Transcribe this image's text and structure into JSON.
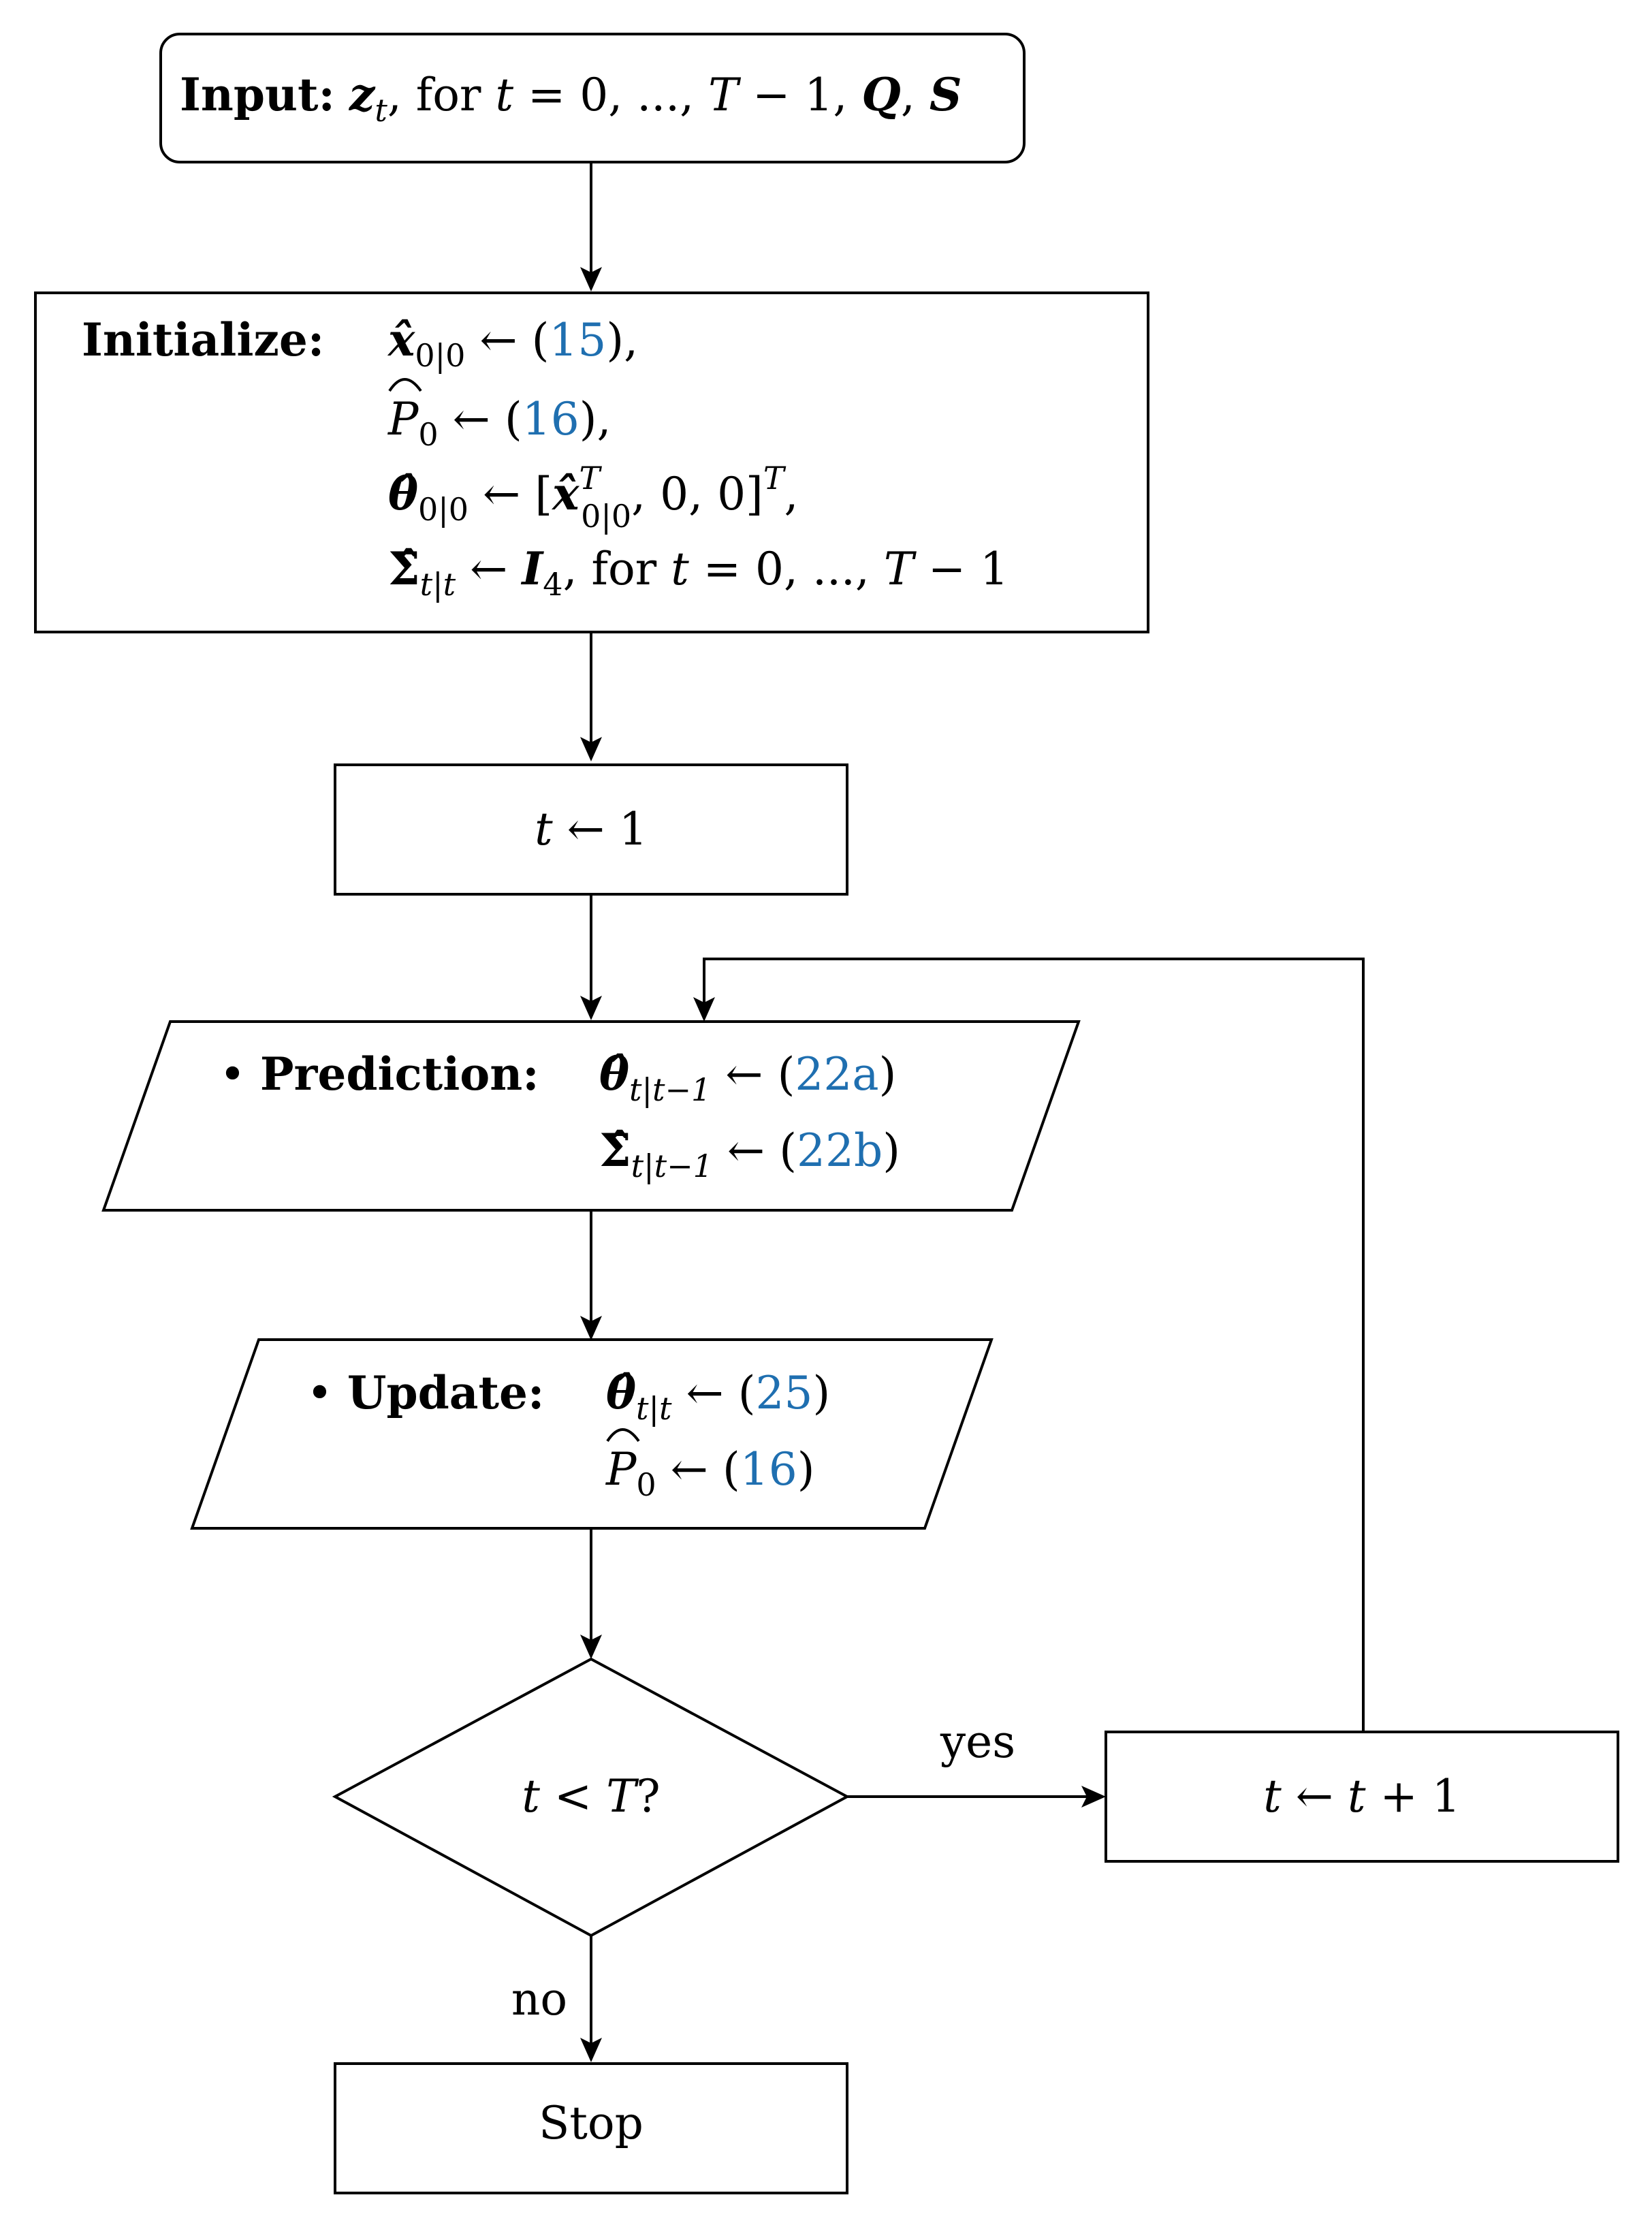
{
  "colors": {
    "stroke": "#000000",
    "background": "#ffffff",
    "reference": "#1f6fb0"
  },
  "input": {
    "head": "Input:",
    "z": "z",
    "z_sub": "t",
    "for_text": ", for ",
    "t": "t",
    "range": " = 0, ..., ",
    "T": "T",
    "minus_one": " − 1, ",
    "Q": "Q",
    "comma": ", ",
    "S": "S"
  },
  "initialize": {
    "head": "Initialize:",
    "line1": {
      "sym": "x̂",
      "sub": "0|0",
      "arrow": " ← ",
      "open": "(",
      "ref": "15",
      "close": "),"
    },
    "line2": {
      "sym": "P",
      "sub": "0",
      "arrow": " ← ",
      "open": "(",
      "ref": "16",
      "close": "),"
    },
    "line3": {
      "sym": "θ̂",
      "sub": "0|0",
      "arrow": " ← ",
      "bracket": "[",
      "inner_sym": "x̂",
      "inner_sup": "T",
      "inner_sub": "0|0",
      "rest": ", 0, 0]",
      "sup": "T",
      "comma": ","
    },
    "line4": {
      "sym": "Σ̂",
      "sub": "t|t",
      "arrow": " ← ",
      "I": "I",
      "I_sub": "4",
      "for_text": ",  for ",
      "t": "t",
      "range": " = 0, ..., ",
      "T": "T",
      "tail": " − 1"
    }
  },
  "set_t": {
    "t": "t",
    "arrow": " ← 1"
  },
  "prediction": {
    "bullet": "•",
    "head": "Prediction:",
    "line1": {
      "sym": "θ̂",
      "sub": "t|t−1",
      "arrow": " ← ",
      "open": "(",
      "ref": "22a",
      "close": ")"
    },
    "line2": {
      "sym": "Σ̂",
      "sub": "t|t−1",
      "arrow": " ← ",
      "open": "(",
      "ref": "22b",
      "close": ")"
    }
  },
  "update": {
    "bullet": "•",
    "head": "Update:",
    "line1": {
      "sym": "θ̂",
      "sub": "t|t",
      "arrow": " ← ",
      "open": "(",
      "ref": "25",
      "close": ")"
    },
    "line2": {
      "sym": "P",
      "sub": "0",
      "arrow": " ← ",
      "open": "(",
      "ref": "16",
      "close": ")"
    }
  },
  "decision": {
    "t": "t",
    "op": " < ",
    "T": "T",
    "q": "?"
  },
  "increment": {
    "t": "t",
    "arrow": " ← ",
    "t2": "t",
    "plus": " + 1"
  },
  "edges": {
    "yes": "yes",
    "no": "no"
  },
  "stop": {
    "label": "Stop"
  }
}
